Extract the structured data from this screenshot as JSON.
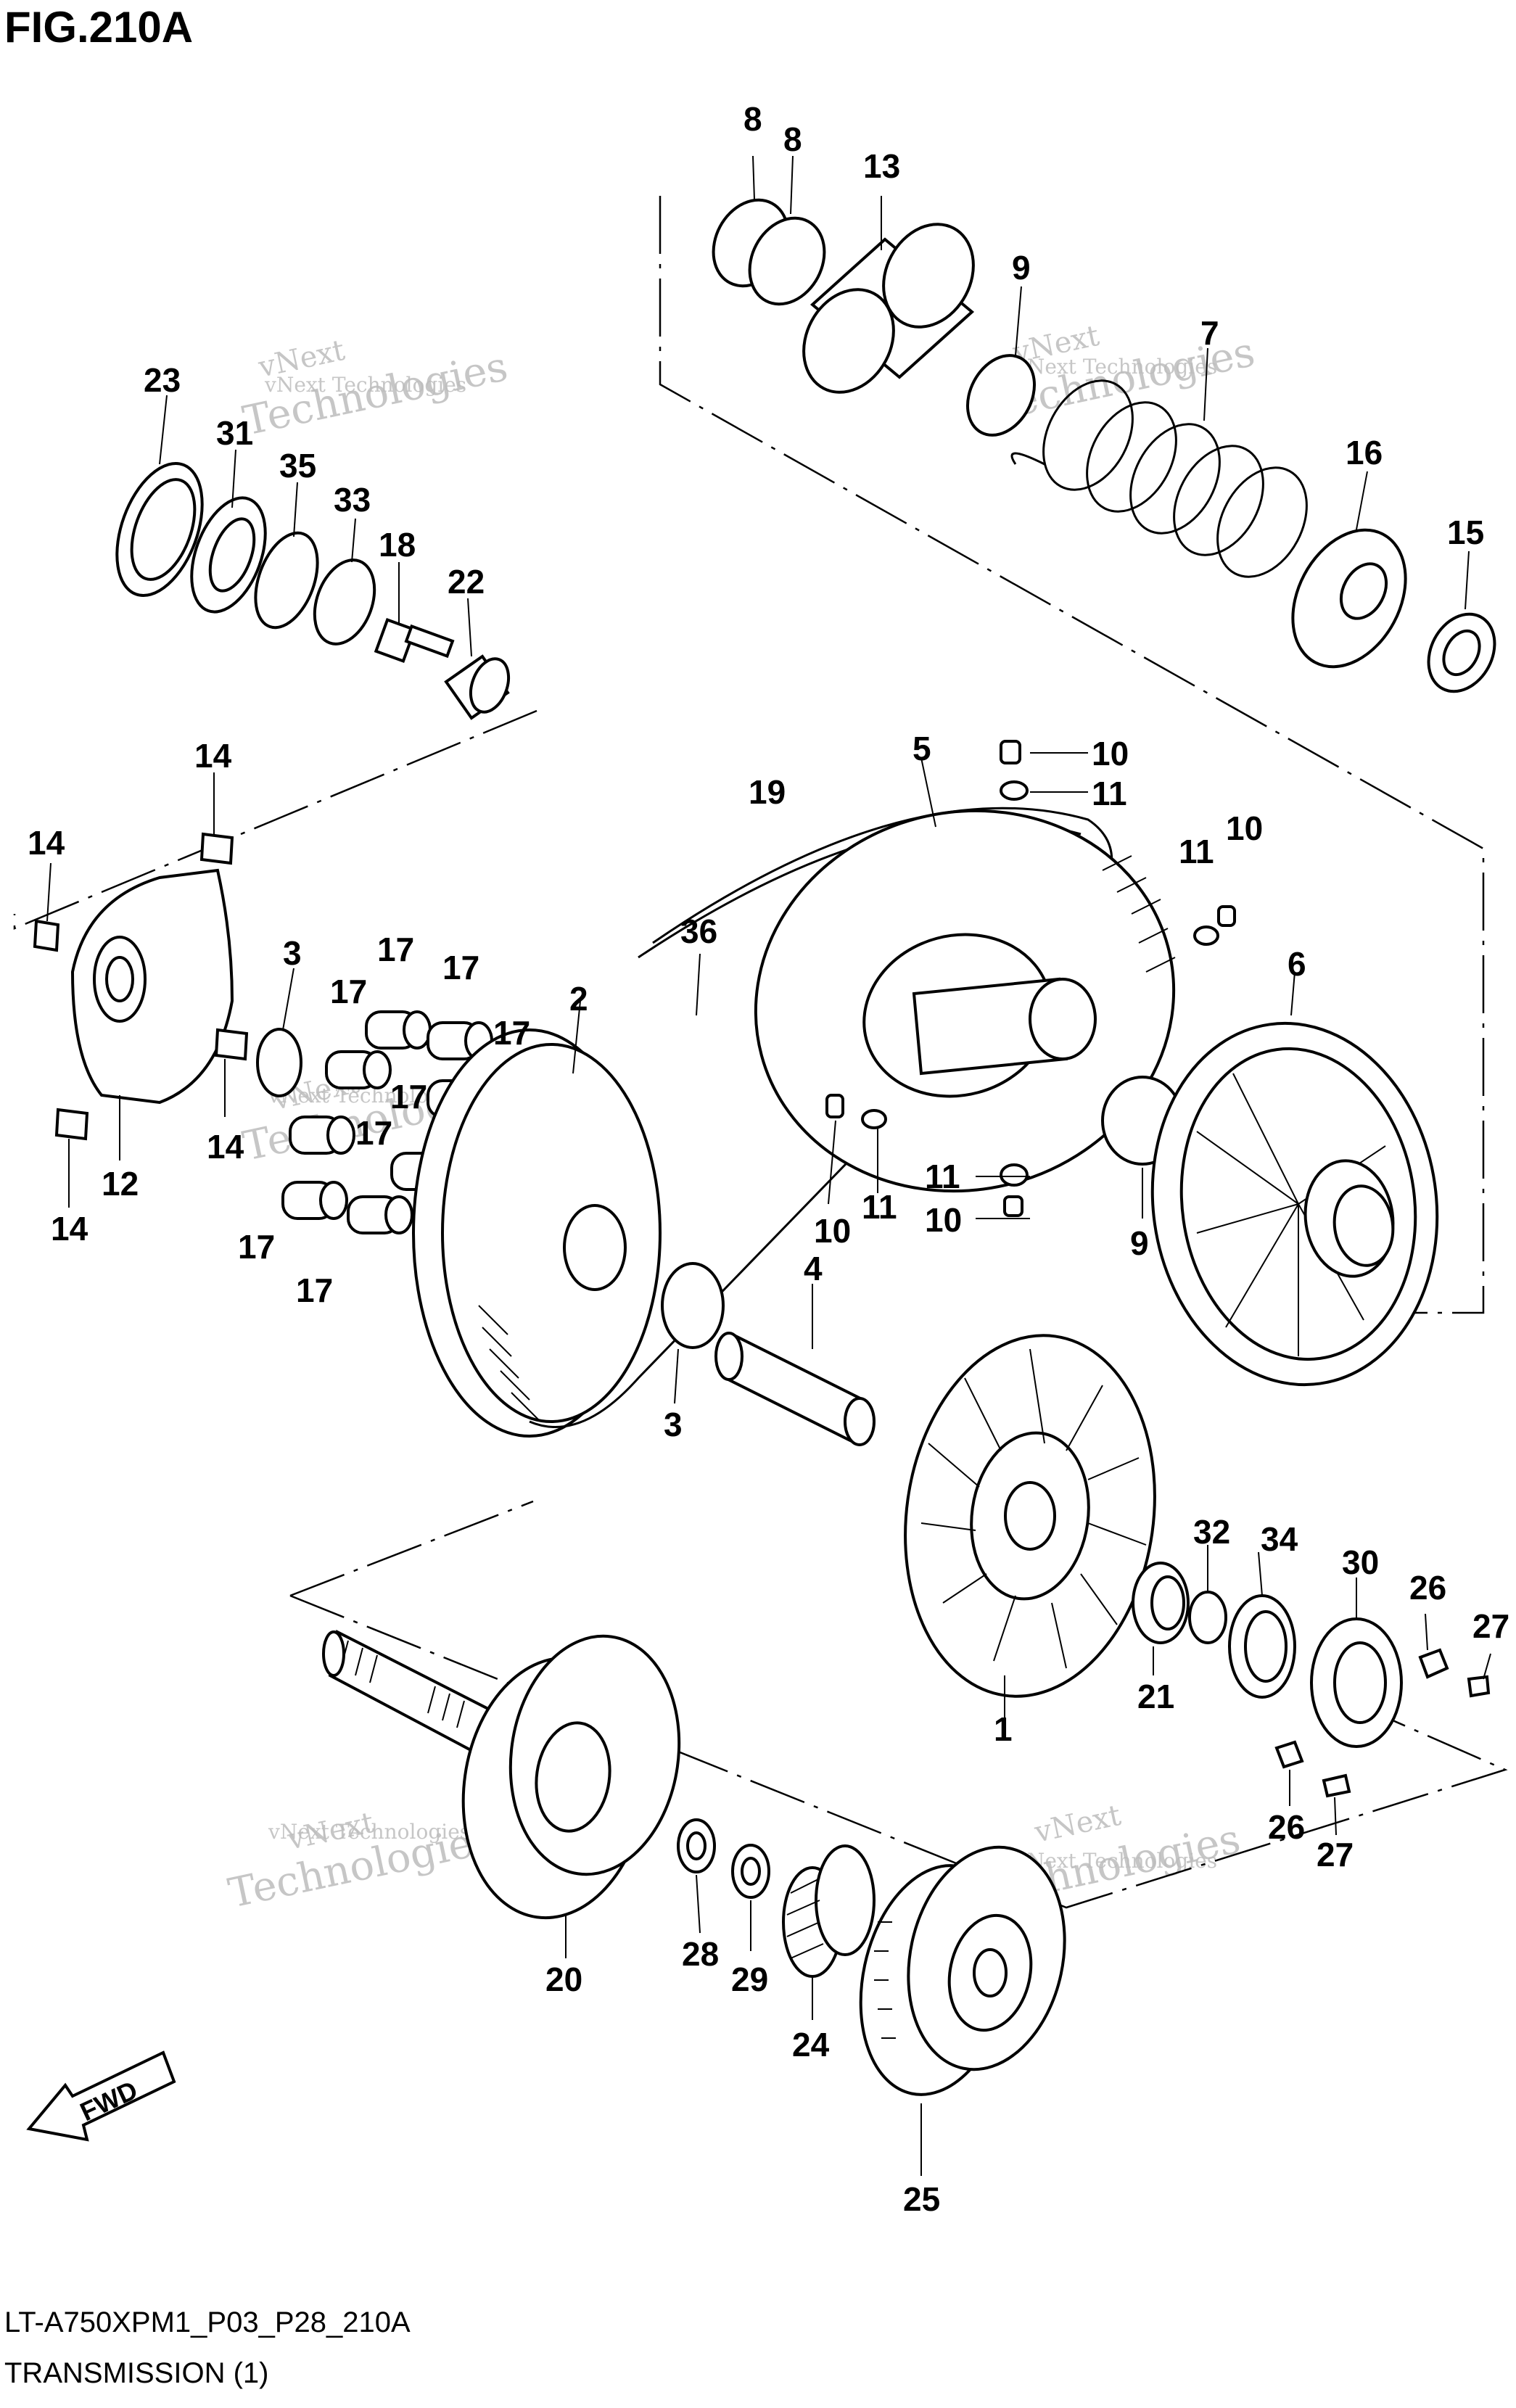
{
  "figure": {
    "title": "FIG.210A",
    "model_code": "LT-A750XPM1_P03_P28_210A",
    "caption": "TRANSMISSION (1)"
  },
  "watermark": {
    "line1": "vNext Technologies",
    "line2": "vNext",
    "line3": "Technologies"
  },
  "fwd_label": "FWD",
  "callouts": {
    "c1": "1",
    "c2": "2",
    "c3a": "3",
    "c3b": "3",
    "c4": "4",
    "c5": "5",
    "c6": "6",
    "c7": "7",
    "c8a": "8",
    "c8b": "8",
    "c9a": "9",
    "c9b": "9",
    "c10a": "10",
    "c10b": "10",
    "c10c": "10",
    "c10d": "10",
    "c11a": "11",
    "c11b": "11",
    "c11c": "11",
    "c11d": "11",
    "c12": "12",
    "c13": "13",
    "c14a": "14",
    "c14b": "14",
    "c14c": "14",
    "c14d": "14",
    "c15": "15",
    "c16": "16",
    "c17a": "17",
    "c17b": "17",
    "c17c": "17",
    "c17d": "17",
    "c17e": "17",
    "c17f": "17",
    "c17g": "17",
    "c17h": "17",
    "c18": "18",
    "c19": "19",
    "c20": "20",
    "c21": "21",
    "c22": "22",
    "c23": "23",
    "c24": "24",
    "c25": "25",
    "c26a": "26",
    "c26b": "26",
    "c27a": "27",
    "c27b": "27",
    "c28": "28",
    "c29": "29",
    "c30": "30",
    "c31": "31",
    "c32": "32",
    "c33": "33",
    "c34": "34",
    "c35": "35",
    "c36": "36"
  }
}
